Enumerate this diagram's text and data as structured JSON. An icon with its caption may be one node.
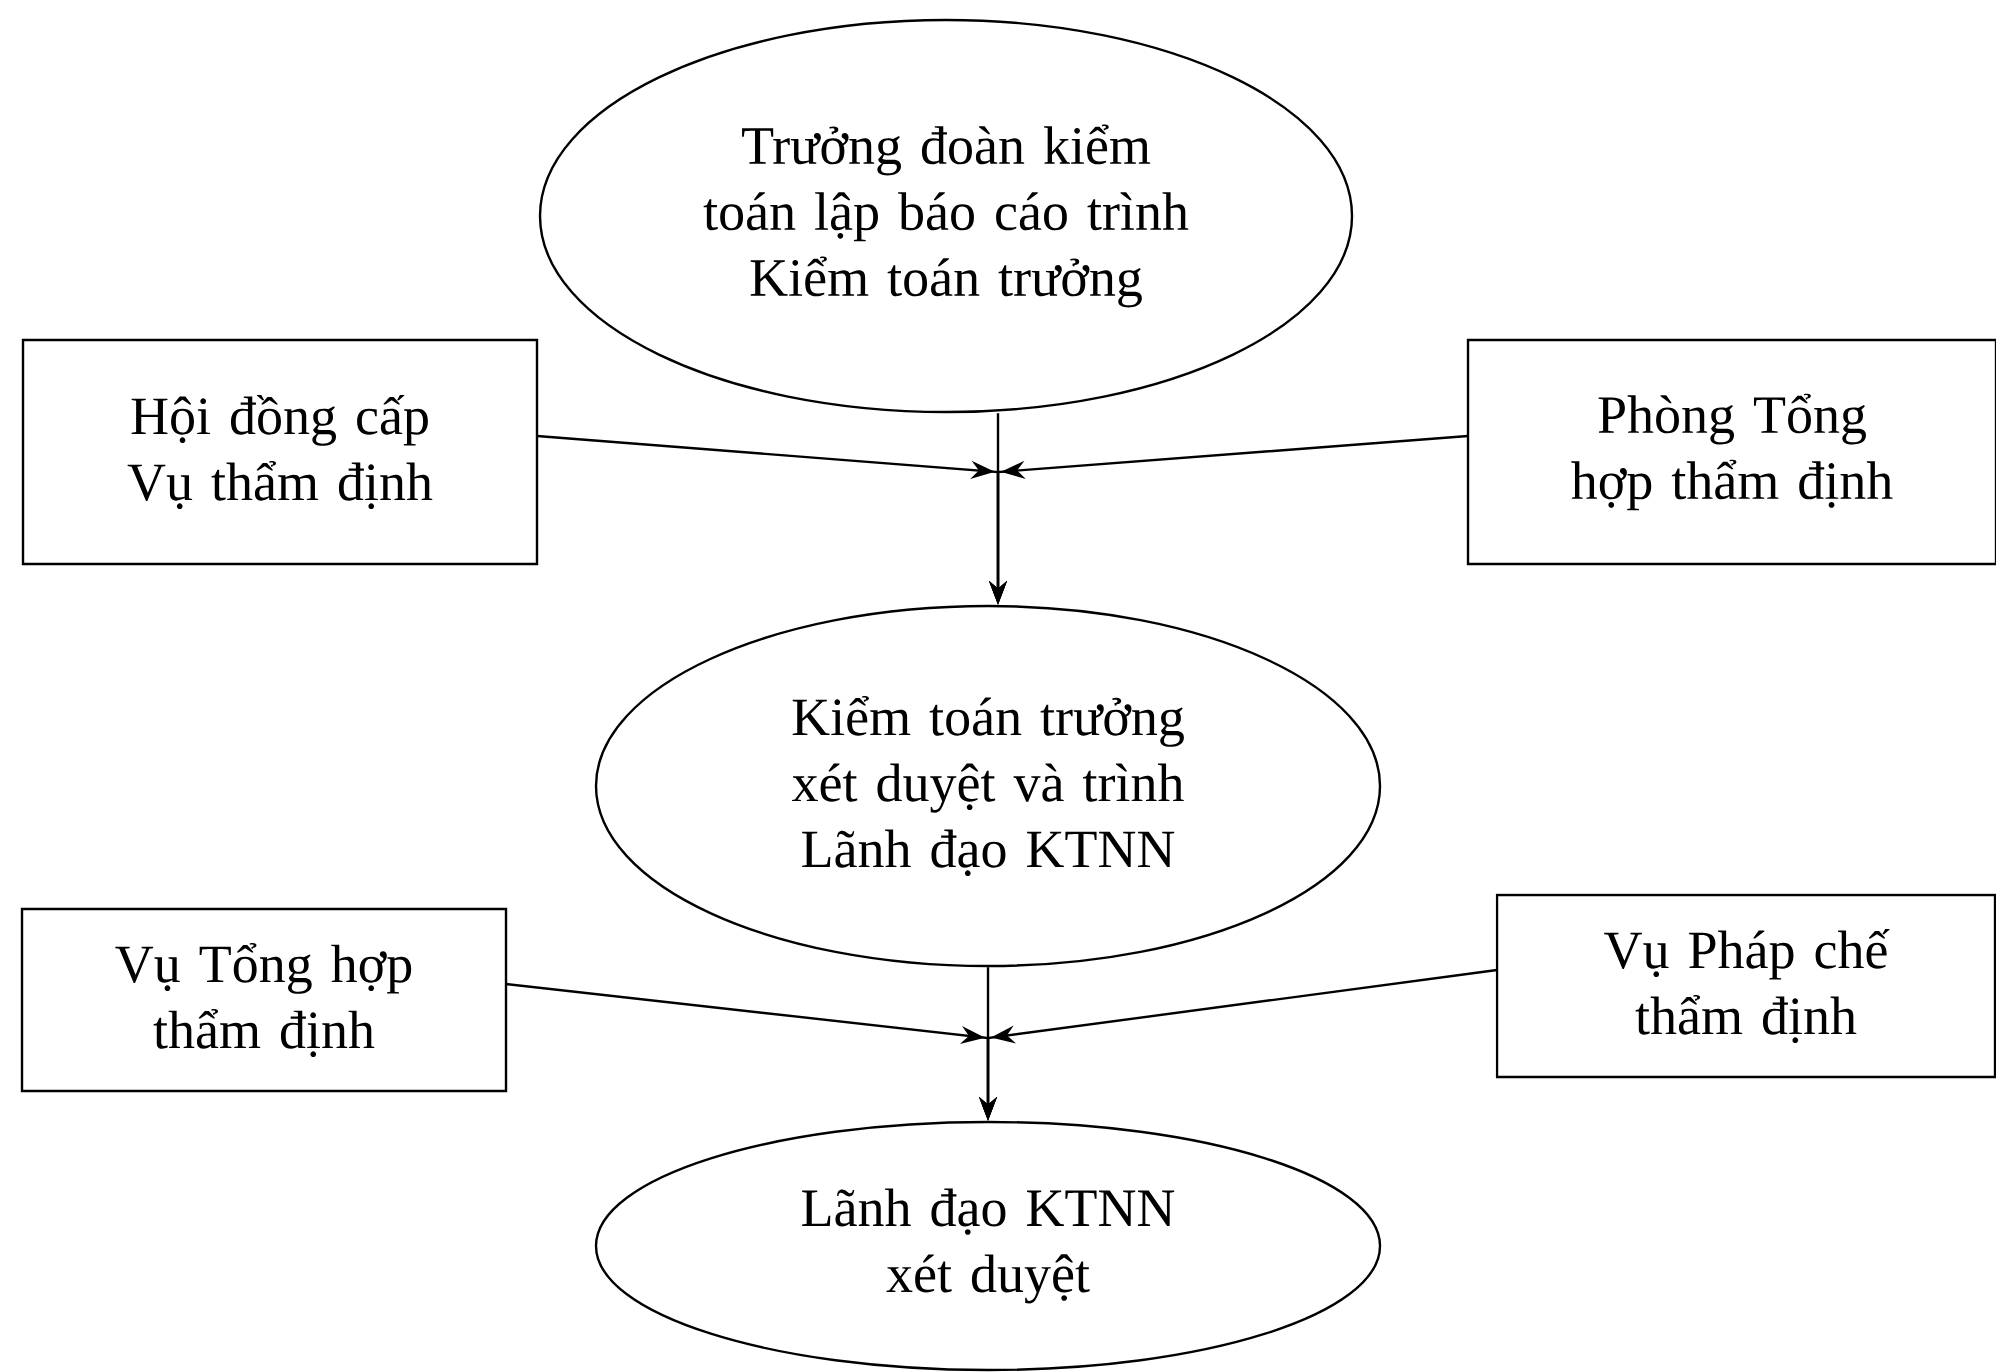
{
  "diagram": {
    "nodes": [
      {
        "text": [
          "Trưởng đoàn kiểm toán lập báo cáo trình Kiểm toán trưởng"
        ]
      },
      {
        "text": [
          "Hội đồng cấp Vụ thẩm định"
        ]
      },
      {
        "text": [
          "Phòng Tổng hợp thẩm định"
        ]
      },
      {
        "text": [
          "Kiểm toán trưởng xét duyệt và trình Lãnh đạo KTNN"
        ]
      },
      {
        "text": [
          "Vụ Tổng hợp thẩm định"
        ]
      },
      {
        "text": [
          "Vụ Pháp chế thẩm định"
        ]
      },
      {
        "text": [
          "Lãnh đạo KTNN xét duyệt"
        ]
      }
    ],
    "edges": [
      {
        "from": 0,
        "to": 3,
        "arrow": "to"
      },
      {
        "from": 1,
        "to": 3,
        "arrow": "to"
      },
      {
        "from": 2,
        "to": 3,
        "arrow": "to"
      },
      {
        "from": 3,
        "to": 6,
        "arrow": "to"
      },
      {
        "from": 4,
        "to": 6,
        "arrow": "to"
      },
      {
        "from": 5,
        "to": 6,
        "arrow": "to"
      }
    ]
  }
}
